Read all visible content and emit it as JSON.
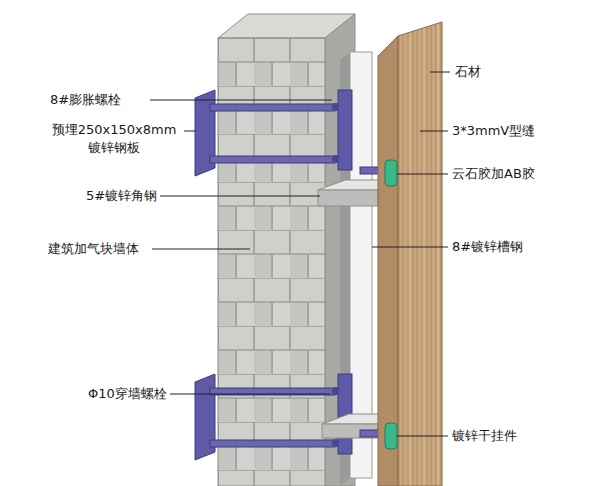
{
  "diagram": {
    "labels": [
      "8#膨胀螺栓",
      "预埋250x150x8mm 镀锌钢板",
      "5#镀锌角钢",
      "建筑加气块墙体",
      "Φ10穿墙螺栓",
      "石材",
      "3*3mmV型缝",
      "云石胶加AB胶",
      "8#镀锌槽钢",
      "镀锌干挂件"
    ]
  }
}
